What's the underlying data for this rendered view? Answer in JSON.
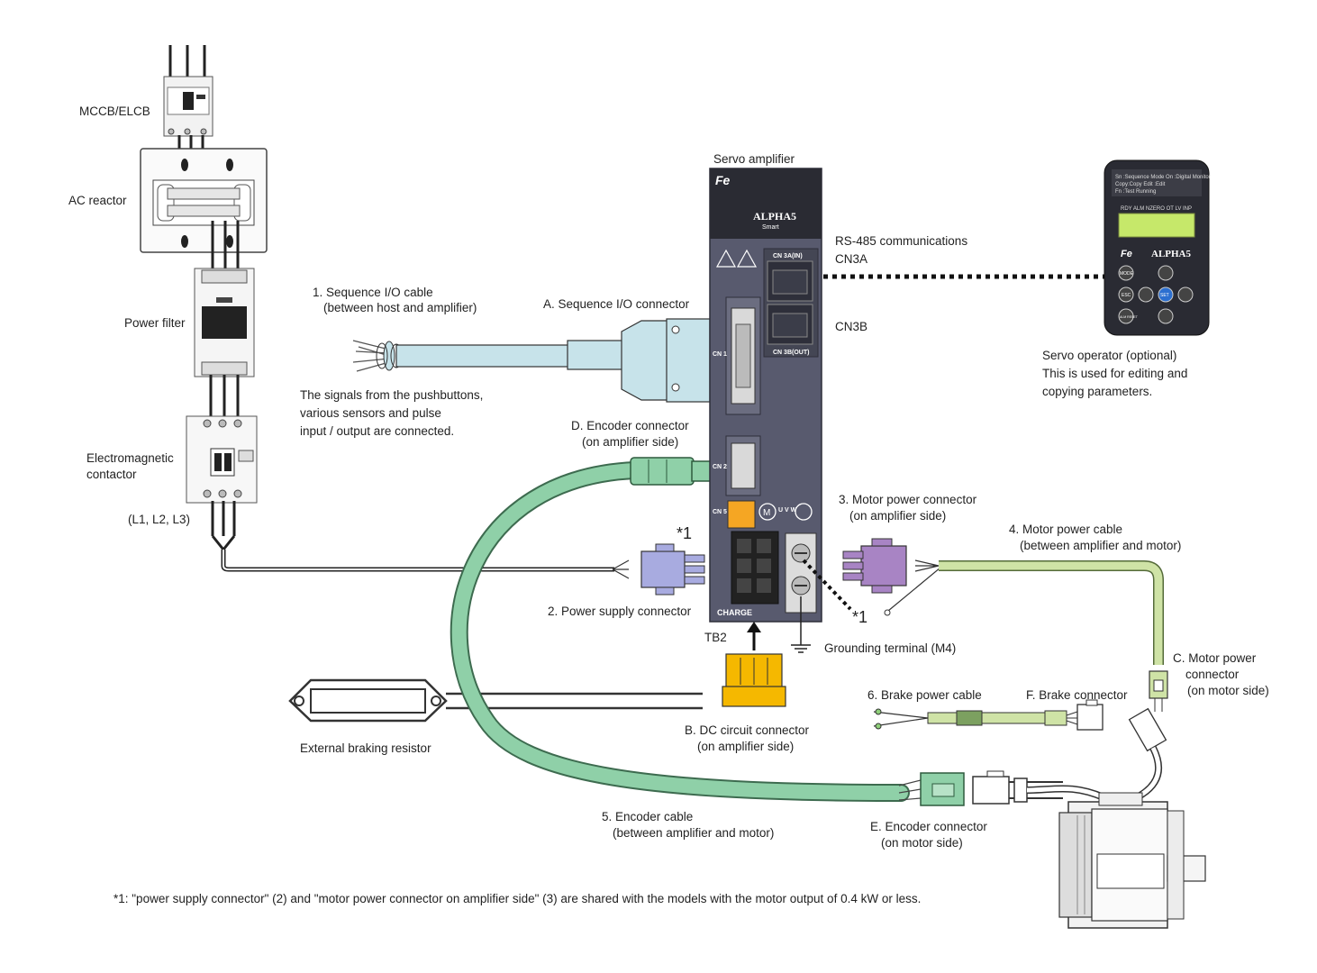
{
  "labels": {
    "mccb": "MCCB/ELCB",
    "ac_reactor": "AC reactor",
    "power_filter": "Power filter",
    "contactor_1": "Electromagnetic",
    "contactor_2": "contactor",
    "l123": "(L1, L2, L3)",
    "servo_amplifier": "Servo amplifier",
    "rs485": "RS-485 communications",
    "cn3a": "CN3A",
    "cn3b": "CN3B",
    "seq_cable_1": "1. Sequence I/O cable",
    "seq_cable_2": "(between host and amplifier)",
    "seq_connector": "A. Sequence I/O connector",
    "signals_1": "The signals from the pushbuttons,",
    "signals_2": "various sensors and pulse",
    "signals_3": "input / output are connected.",
    "enc_conn_amp_1": "D. Encoder connector",
    "enc_conn_amp_2": "(on amplifier side)",
    "star1_a": "*1",
    "star1_b": "*1",
    "power_supply_conn": "2. Power supply connector",
    "tb2": "TB2",
    "motor_power_conn_amp_1": "3. Motor power connector",
    "motor_power_conn_amp_2": "(on amplifier side)",
    "motor_power_cable_1": "4. Motor power cable",
    "motor_power_cable_2": "(between amplifier and motor)",
    "grounding": "Grounding terminal (M4)",
    "motor_power_conn_motor_1": "C. Motor power",
    "motor_power_conn_motor_2": "connector",
    "motor_power_conn_motor_3": "(on motor side)",
    "brake_cable": "6. Brake power cable",
    "brake_conn": "F. Brake connector",
    "dc_conn_1": "B. DC circuit connector",
    "dc_conn_2": "(on amplifier side)",
    "ext_resistor": "External braking resistor",
    "enc_cable_1": "5. Encoder cable",
    "enc_cable_2": "(between amplifier and motor)",
    "enc_conn_motor_1": "E. Encoder connector",
    "enc_conn_motor_2": "(on motor side)",
    "operator_1": "Servo operator (optional)",
    "operator_2": "This is used for editing and",
    "operator_3": "copying parameters.",
    "footnote": "*1: \"power supply connector\" (2) and \"motor power connector on amplifier side\" (3) are shared with the models with the motor output of 0.4 kW or less."
  },
  "amplifier": {
    "brand": "ALPHA5",
    "sub": "Smart",
    "cn3a": "CN 3A(IN)",
    "cn3b": "CN 3B(OUT)",
    "cn1": "CN 1",
    "cn2": "CN 2",
    "cn5": "CN 5",
    "charge": "CHARGE",
    "uvw": "U V W"
  },
  "operator": {
    "menu_1": "Sn :Sequence Mode   On :Digital Monitor",
    "menu_2": "Copy:Copy          Edit :Edit",
    "menu_3": "Fn  :Test Running",
    "leds": "RDY  ALM  NZERO  OT  LV  INP",
    "brand": "ALPHA5",
    "btn_mode": "MODE",
    "btn_esc": "ESC",
    "btn_set": "SET",
    "btn_alm": "ALM RESET"
  },
  "colors": {
    "encoder_cable": "#8fd0a8",
    "motor_cable": "#cfe3a6",
    "seq_cable": "#c7e3ea",
    "motor_connector": "#a884c4",
    "power_connector": "#a8abe0",
    "dc_connector": "#f5b800",
    "amplifier_body": "#585a6e"
  }
}
